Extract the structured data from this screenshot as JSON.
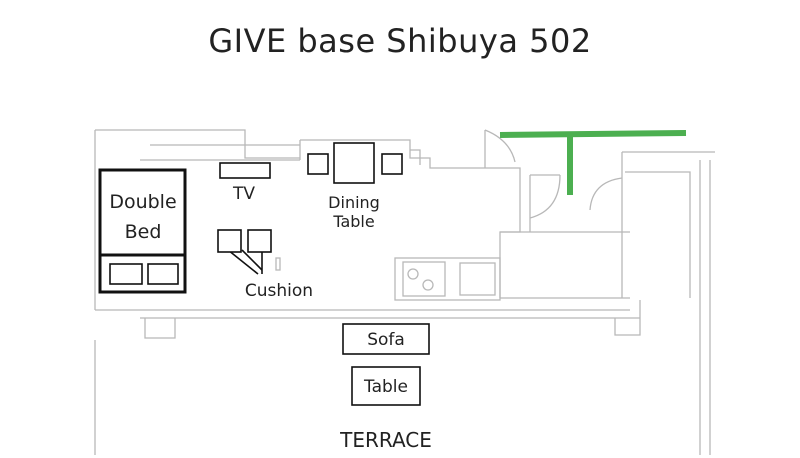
{
  "title": "GIVE base Shibuya 502",
  "labels": {
    "double_bed_line1": "Double",
    "double_bed_line2": "Bed",
    "tv": "TV",
    "dining_line1": "Dining",
    "dining_line2": "Table",
    "cushion": "Cushion",
    "sofa": "Sofa",
    "table": "Table",
    "terrace": "TERRACE"
  },
  "colors": {
    "wall": "#b8b8b8",
    "furniture": "#111111",
    "green_marker": "#4caf50"
  }
}
